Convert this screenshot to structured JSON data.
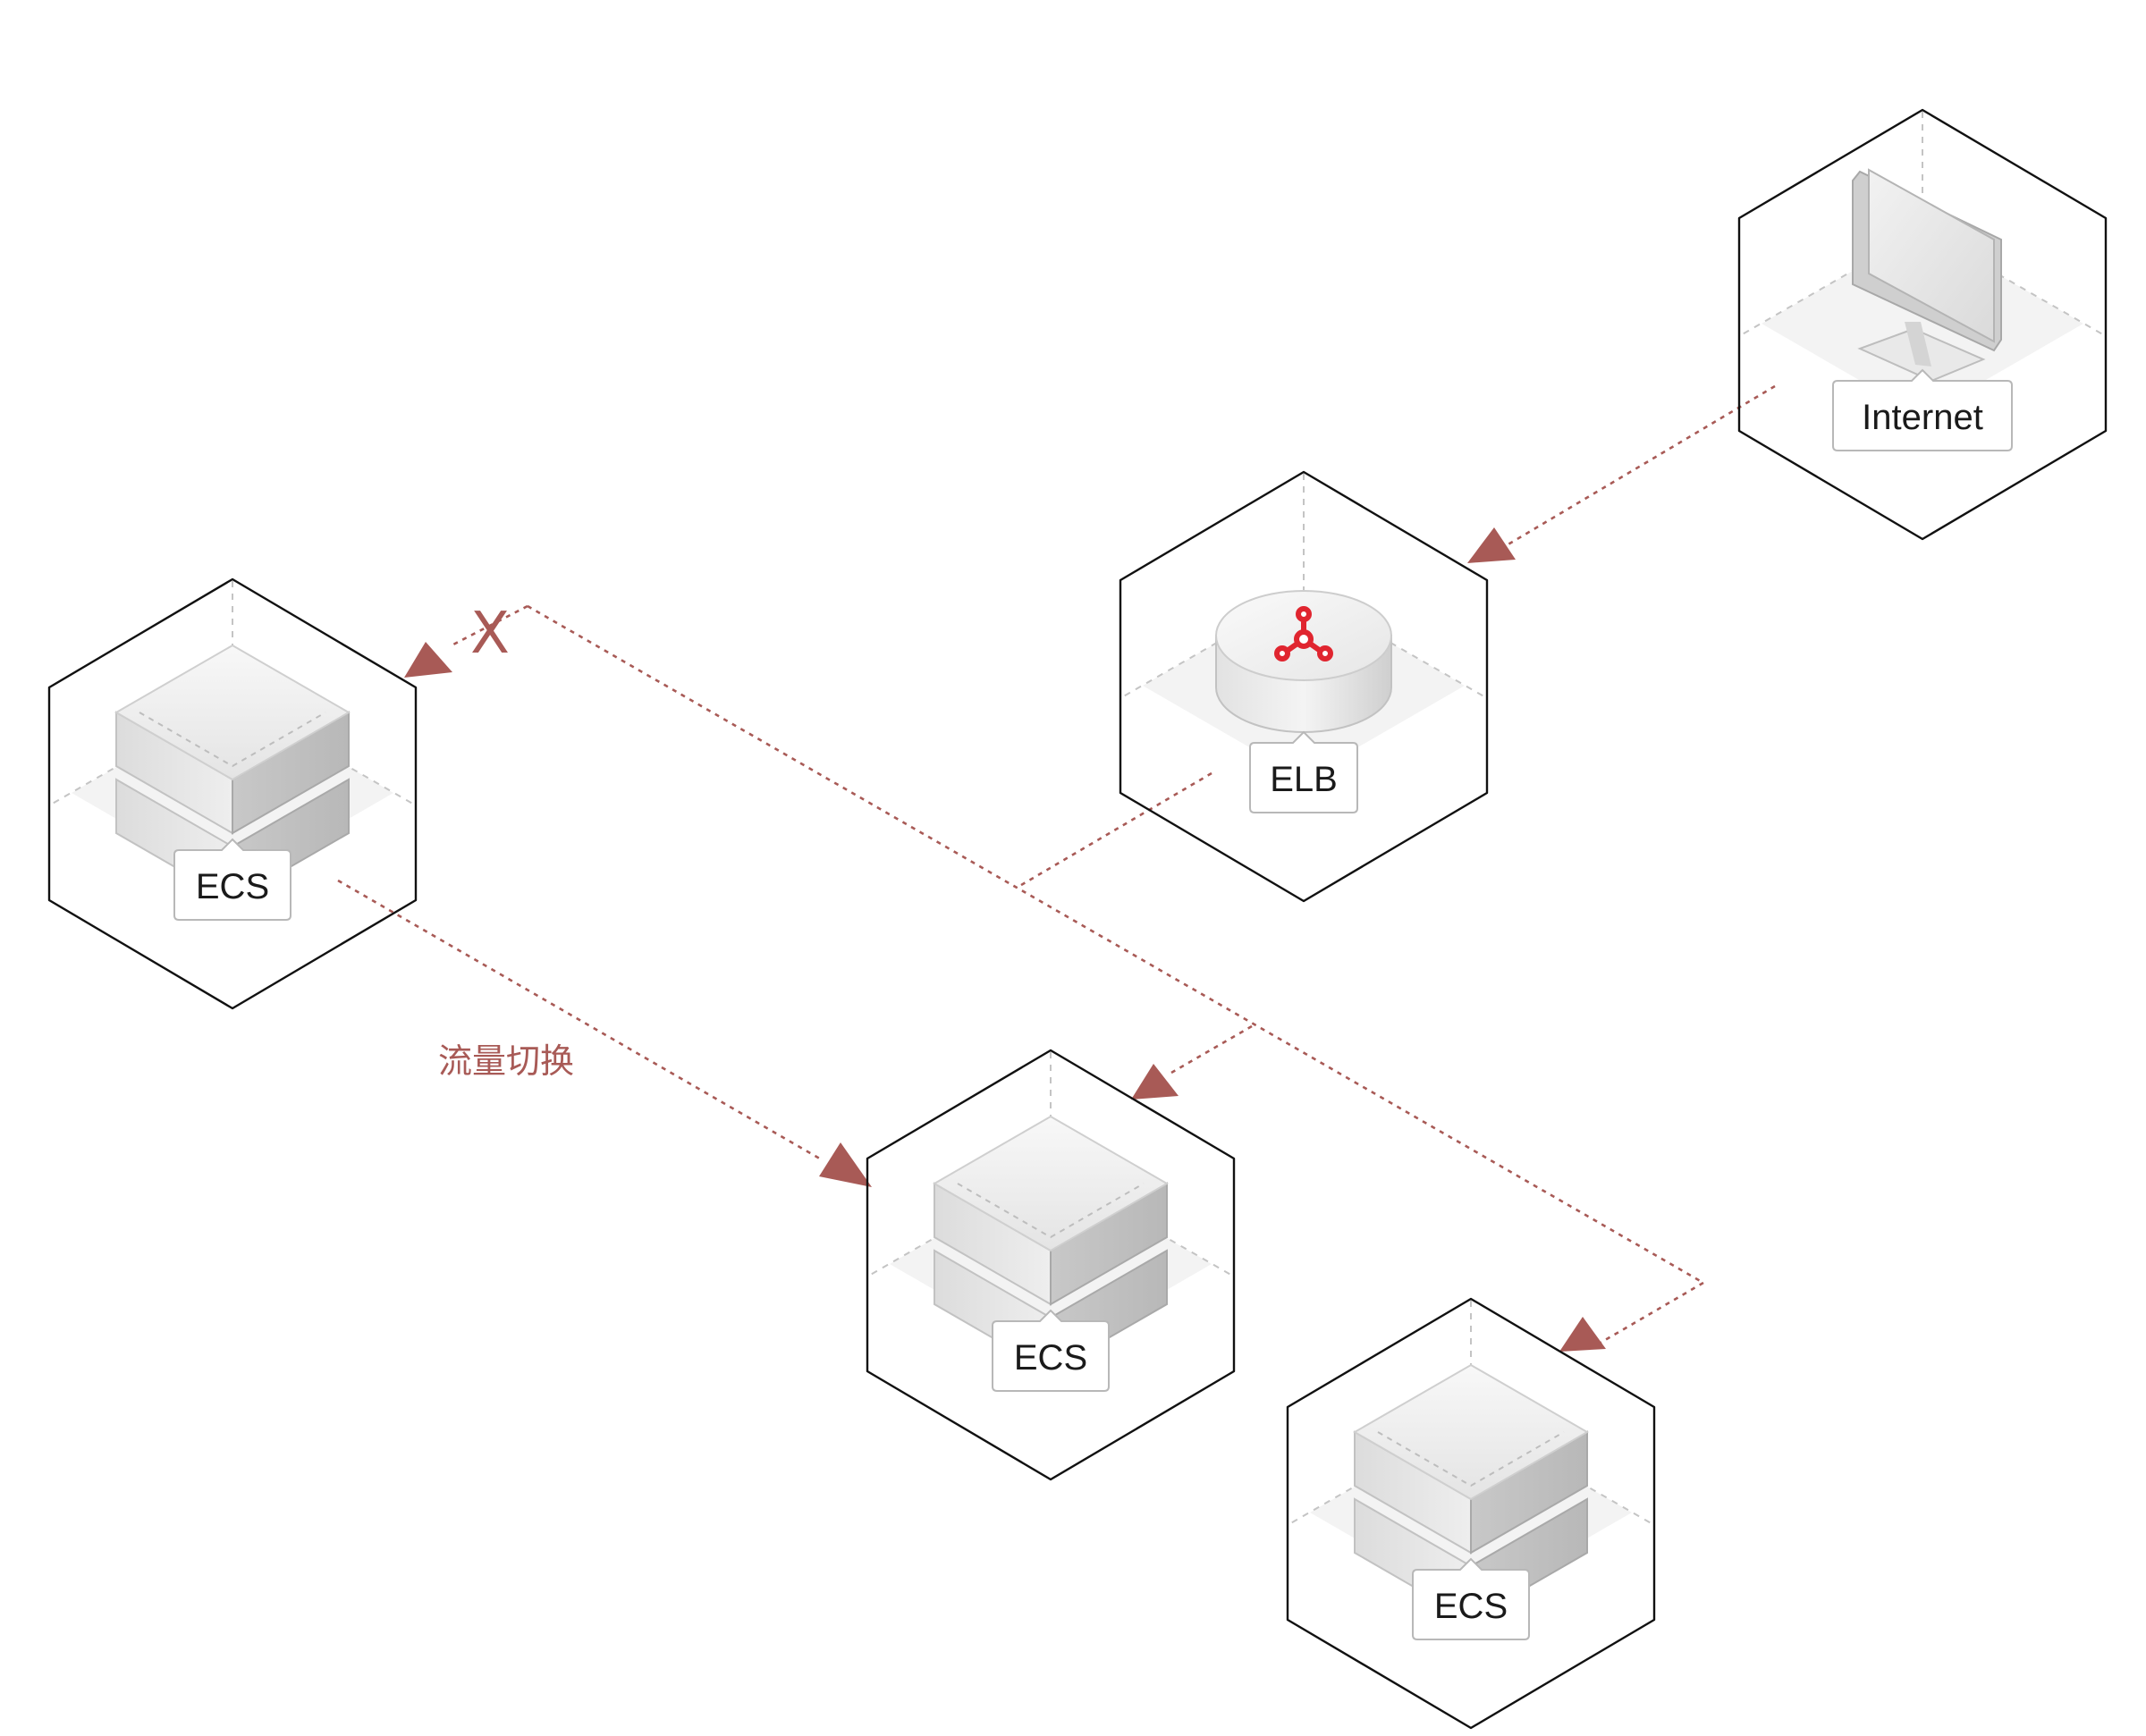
{
  "diagram": {
    "nodes": {
      "internet": {
        "label": "Internet",
        "icon": "monitor-icon"
      },
      "elb": {
        "label": "ELB",
        "icon": "load-balancer-icon",
        "accent": "#e0252f"
      },
      "ecs_failed": {
        "label": "ECS",
        "icon": "server-stack-icon"
      },
      "ecs_standby": {
        "label": "ECS",
        "icon": "server-stack-icon"
      },
      "ecs_active": {
        "label": "ECS",
        "icon": "server-stack-icon"
      }
    },
    "annotations": {
      "switch_note": "流量切换",
      "fail_mark": "X"
    },
    "colors": {
      "flow_line": "#a85a56",
      "cube_edge": "#111111"
    }
  }
}
